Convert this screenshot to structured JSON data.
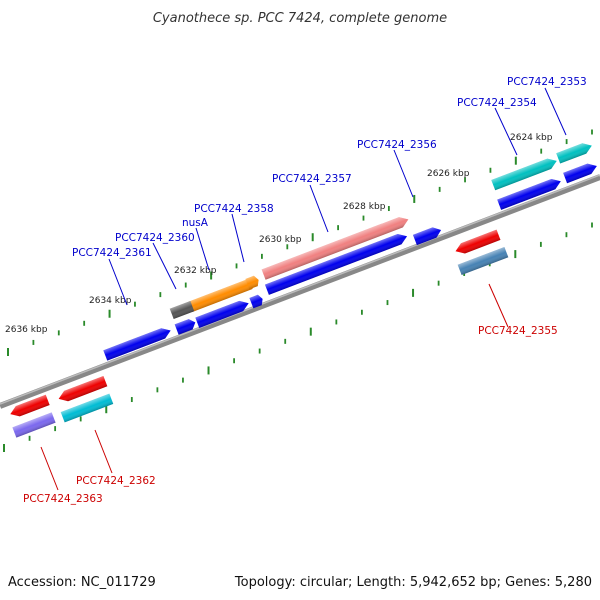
{
  "title": "Cyanothece sp. PCC 7424, complete genome",
  "footer": {
    "accession": "Accession: NC_011729",
    "summary": "Topology: circular; Length: 5,942,652 bp; Genes: 5,280"
  },
  "scale_labels": [
    "2624 kbp",
    "2626 kbp",
    "2628 kbp",
    "2630 kbp",
    "2632 kbp",
    "2634 kbp",
    "2636 kbp"
  ],
  "gene_labels": {
    "forward": [
      "PCC7424_2353",
      "PCC7424_2354",
      "PCC7424_2356",
      "PCC7424_2357",
      "PCC7424_2358",
      "nusA",
      "PCC7424_2360",
      "PCC7424_2361"
    ],
    "reverse": [
      "PCC7424_2355",
      "PCC7424_2362",
      "PCC7424_2363"
    ]
  },
  "colors": {
    "forward_label": "#0000cc",
    "reverse_label": "#cc0000",
    "backbone": "#888888",
    "tick": "#2a8a2a",
    "cds": "#0000ee",
    "red_feature": "#ee0000",
    "cyan_feature": "#00bcd4",
    "teal_feature": "#00c0c0",
    "salmon_feature": "#f08080",
    "orange_feature": "#ff8c00",
    "gray_feature": "#555555",
    "steelblue_feature": "#4682b4",
    "lavender_feature": "#7b68ee"
  }
}
